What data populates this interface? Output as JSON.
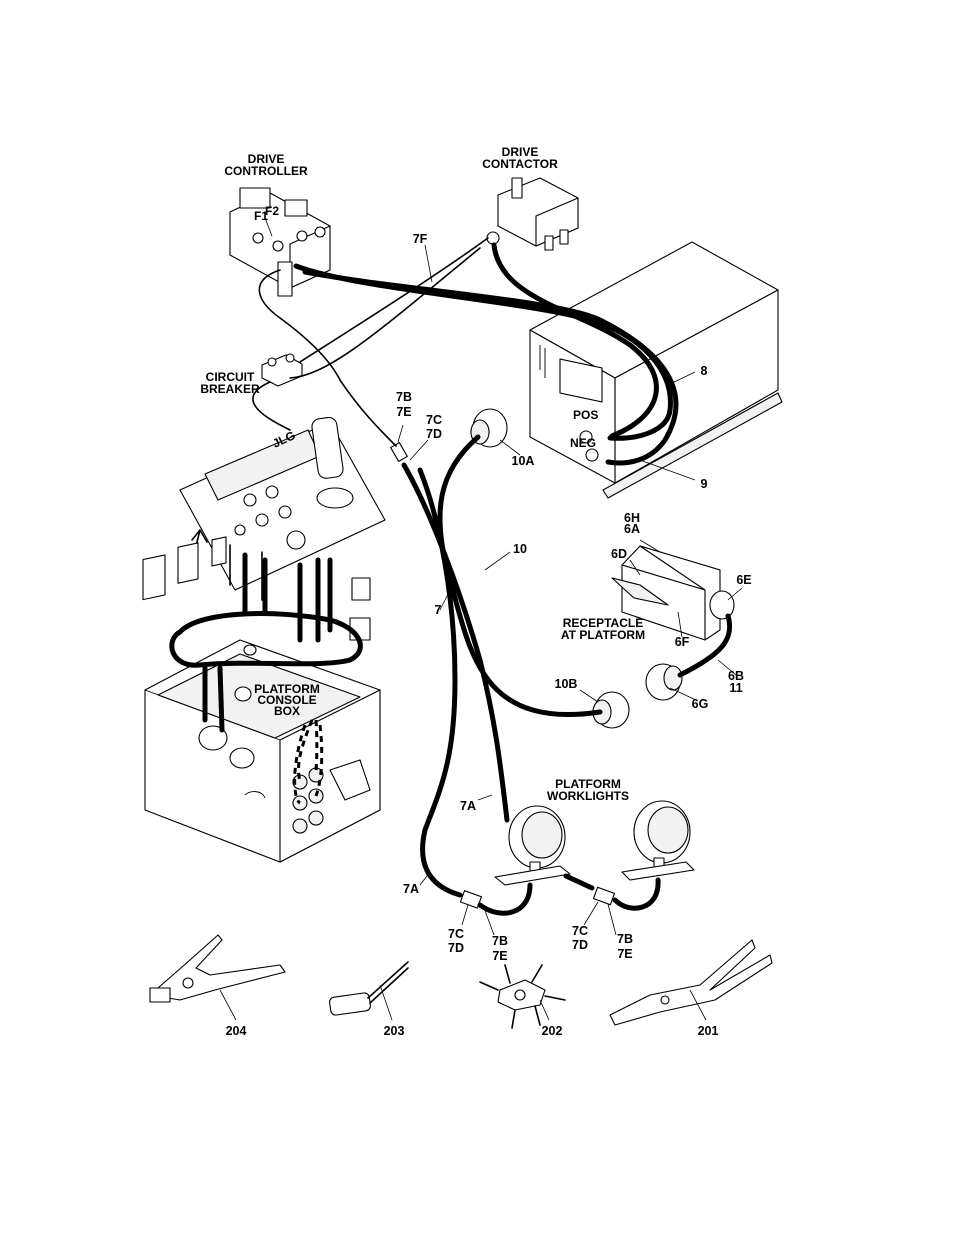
{
  "components": {
    "drive_controller": "DRIVE\nCONTROLLER",
    "drive_contactor": "DRIVE\nCONTACTOR",
    "circuit_breaker": "CIRCUIT\nBREAKER",
    "platform_console_box": "PLATFORM\nCONSOLE\nBOX",
    "receptacle_at_platform": "RECEPTACLE\nAT PLATFORM",
    "platform_worklights": "PLATFORM\nWORKLIGHTS"
  },
  "callouts": {
    "f1": "F1",
    "f2": "F2",
    "pos": "POS",
    "neg": "NEG",
    "c7f": "7F",
    "c8": "8",
    "c9": "9",
    "c7b_7e_top": "7B\n7E",
    "c7c_7d_top": "7C\n7D",
    "c10a": "10A",
    "c10": "10",
    "c7": "7",
    "c6h_6a": "6H\n6A",
    "c6d": "6D",
    "c6e": "6E",
    "c6f": "6F",
    "c6b_11": "6B\n11",
    "c6g": "6G",
    "c10b": "10B",
    "c7a_upper": "7A",
    "c7a_lower": "7A",
    "c7c_7d_left": "7C\n7D",
    "c7b_7e_left": "7B\n7E",
    "c7c_7d_right": "7C\n7D",
    "c7b_7e_right": "7B\n7E",
    "tool204": "204",
    "tool203": "203",
    "tool202": "202",
    "tool201": "201"
  },
  "panel_logo": "JLG"
}
